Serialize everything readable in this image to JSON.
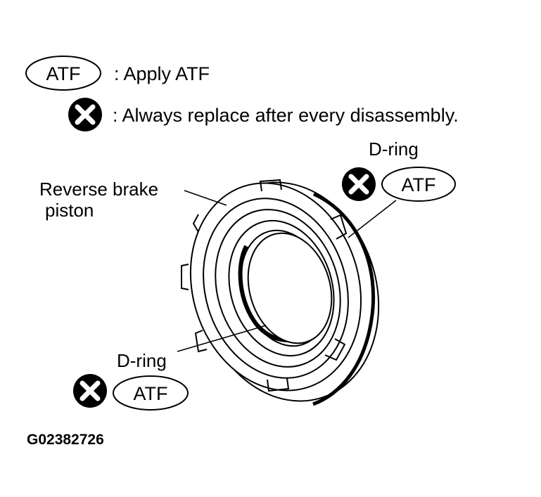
{
  "legend": {
    "atf_badge": "ATF",
    "atf_desc": ": Apply ATF",
    "replace_desc": ": Always replace after every disassembly."
  },
  "labels": {
    "piston_line1": "Reverse brake",
    "piston_line2": "piston",
    "outer_dring": "D-ring",
    "outer_atf": "ATF",
    "inner_dring": "D-ring",
    "inner_atf": "ATF"
  },
  "figure_code": "G02382726",
  "icons": {
    "replace": "replace-x-icon",
    "atf": "atf-oval-icon"
  },
  "colors": {
    "ink": "#000000",
    "paper": "#ffffff"
  }
}
